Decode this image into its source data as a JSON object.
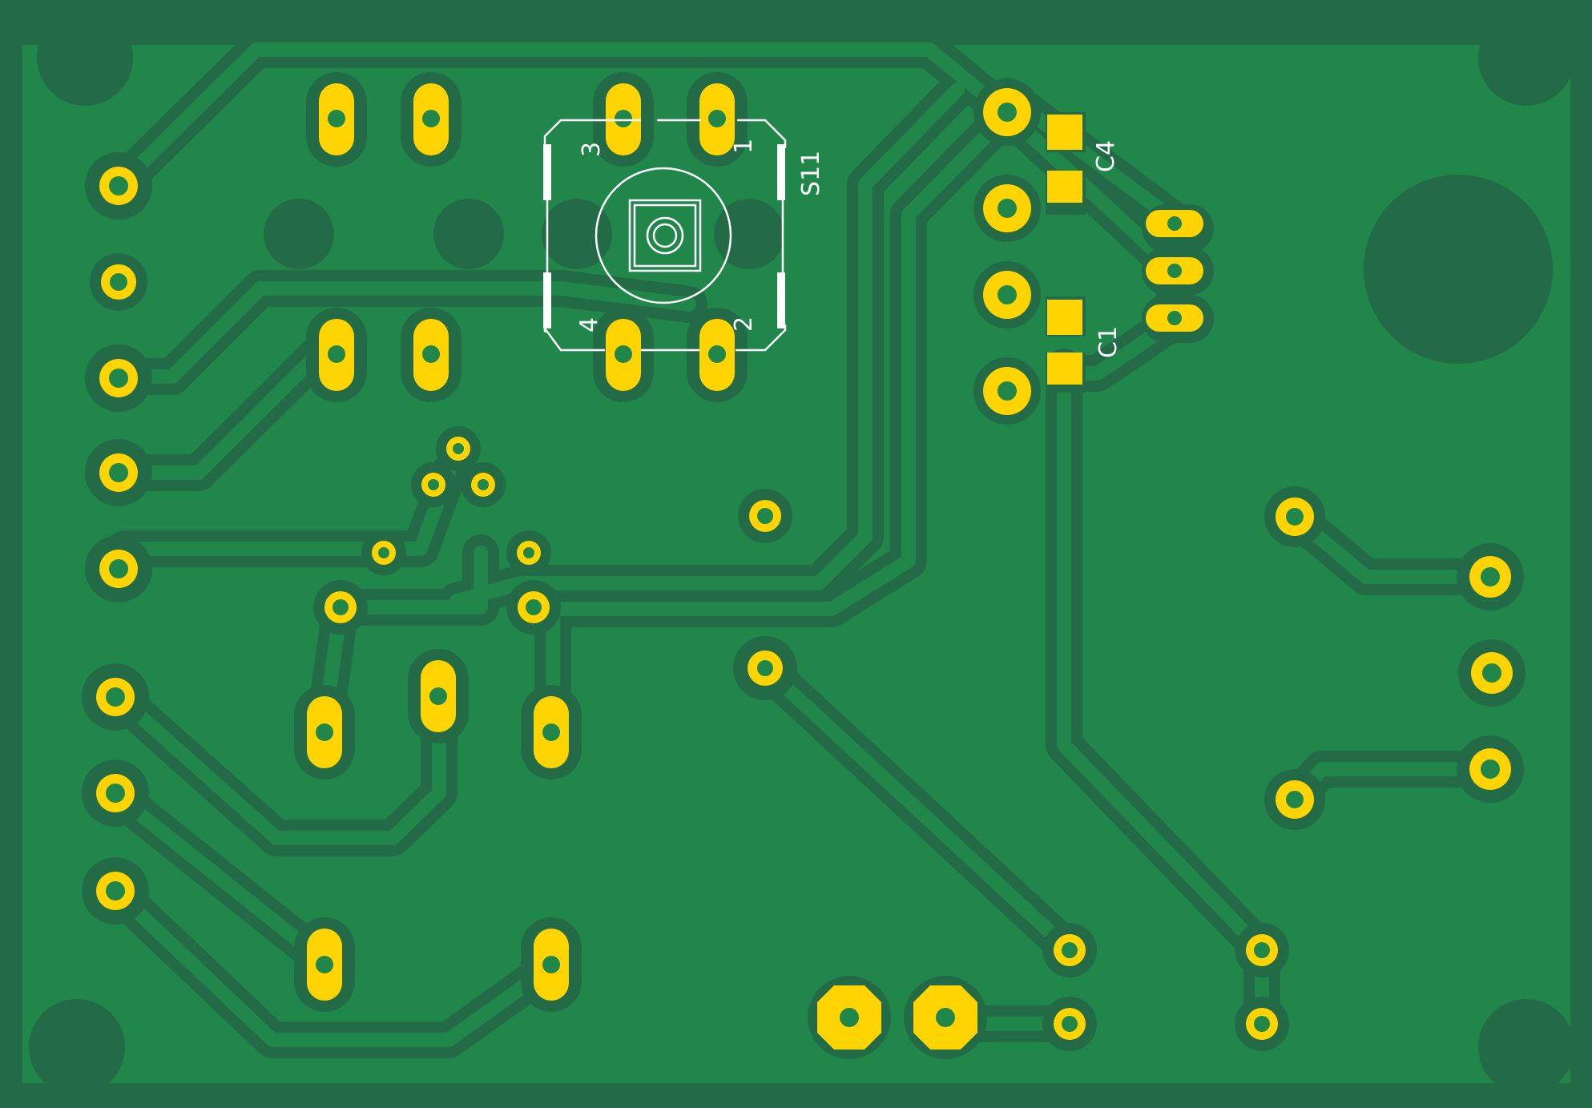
{
  "board": {
    "colors": {
      "edge": "#236a46",
      "copper_fill": "#21864a",
      "clearance": "#236a46",
      "pad": "#ffd400",
      "drill": "#21864a",
      "silkscreen": "#ffffff"
    }
  },
  "labels": {
    "s11_ref": "S11",
    "s11_pin1": "1",
    "s11_pin2": "2",
    "s11_pin3": "3",
    "s11_pin4": "4",
    "c4_ref": "C4",
    "c1_ref": "C1"
  }
}
